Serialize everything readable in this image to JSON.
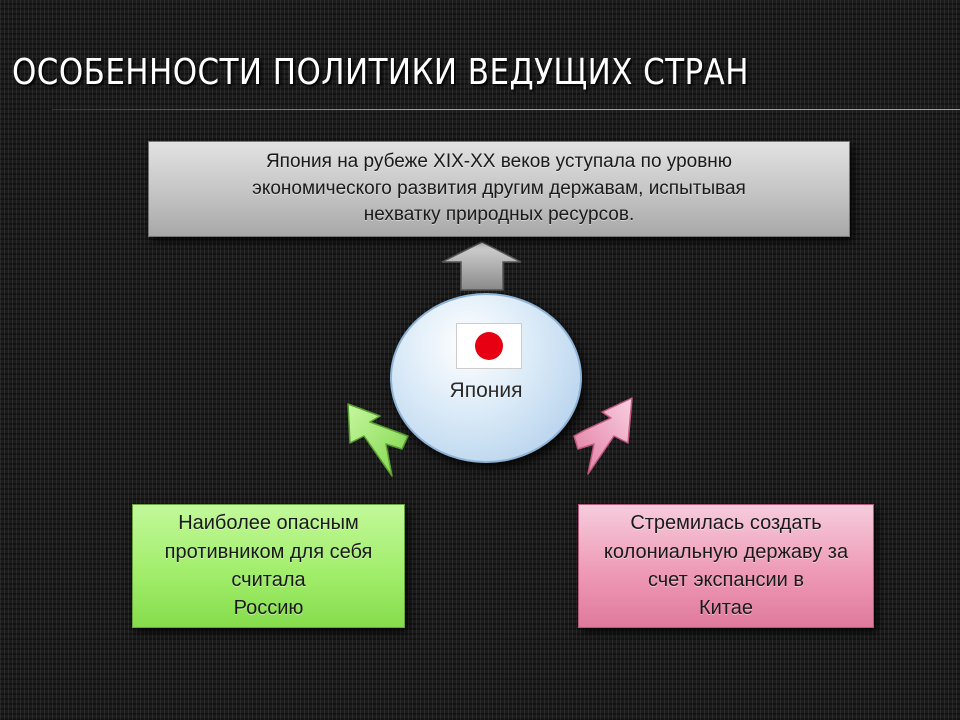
{
  "slide": {
    "title": "ОСОБЕННОСТИ ПОЛИТИКИ ВЕДУЩИХ СТРАН"
  },
  "diagram": {
    "center": {
      "label": "Япония",
      "flag_icon": "japan-flag-icon",
      "flag_disc_color": "#e60012"
    },
    "top_box": {
      "line1": "Япония  на рубеже XIX-XX веков уступала по уровню",
      "line2": "экономического развития другим державам, испытывая",
      "line3": "нехватку природных ресурсов."
    },
    "left_box": {
      "line1": "Наиболее опасным",
      "line2": "противником для себя",
      "line3": "считала",
      "line4": "Россию",
      "color": "#a2ee6c"
    },
    "right_box": {
      "line1": "Стремилась создать",
      "line2": "колониальную державу за",
      "line3": "счет экспансии в",
      "line4": "Китае",
      "color": "#ee9ab6"
    },
    "arrows": {
      "up_arrow_icon": "up-arrow-icon",
      "left_arrow_icon": "curved-arrow-left-icon",
      "right_arrow_icon": "curved-arrow-right-icon"
    }
  }
}
